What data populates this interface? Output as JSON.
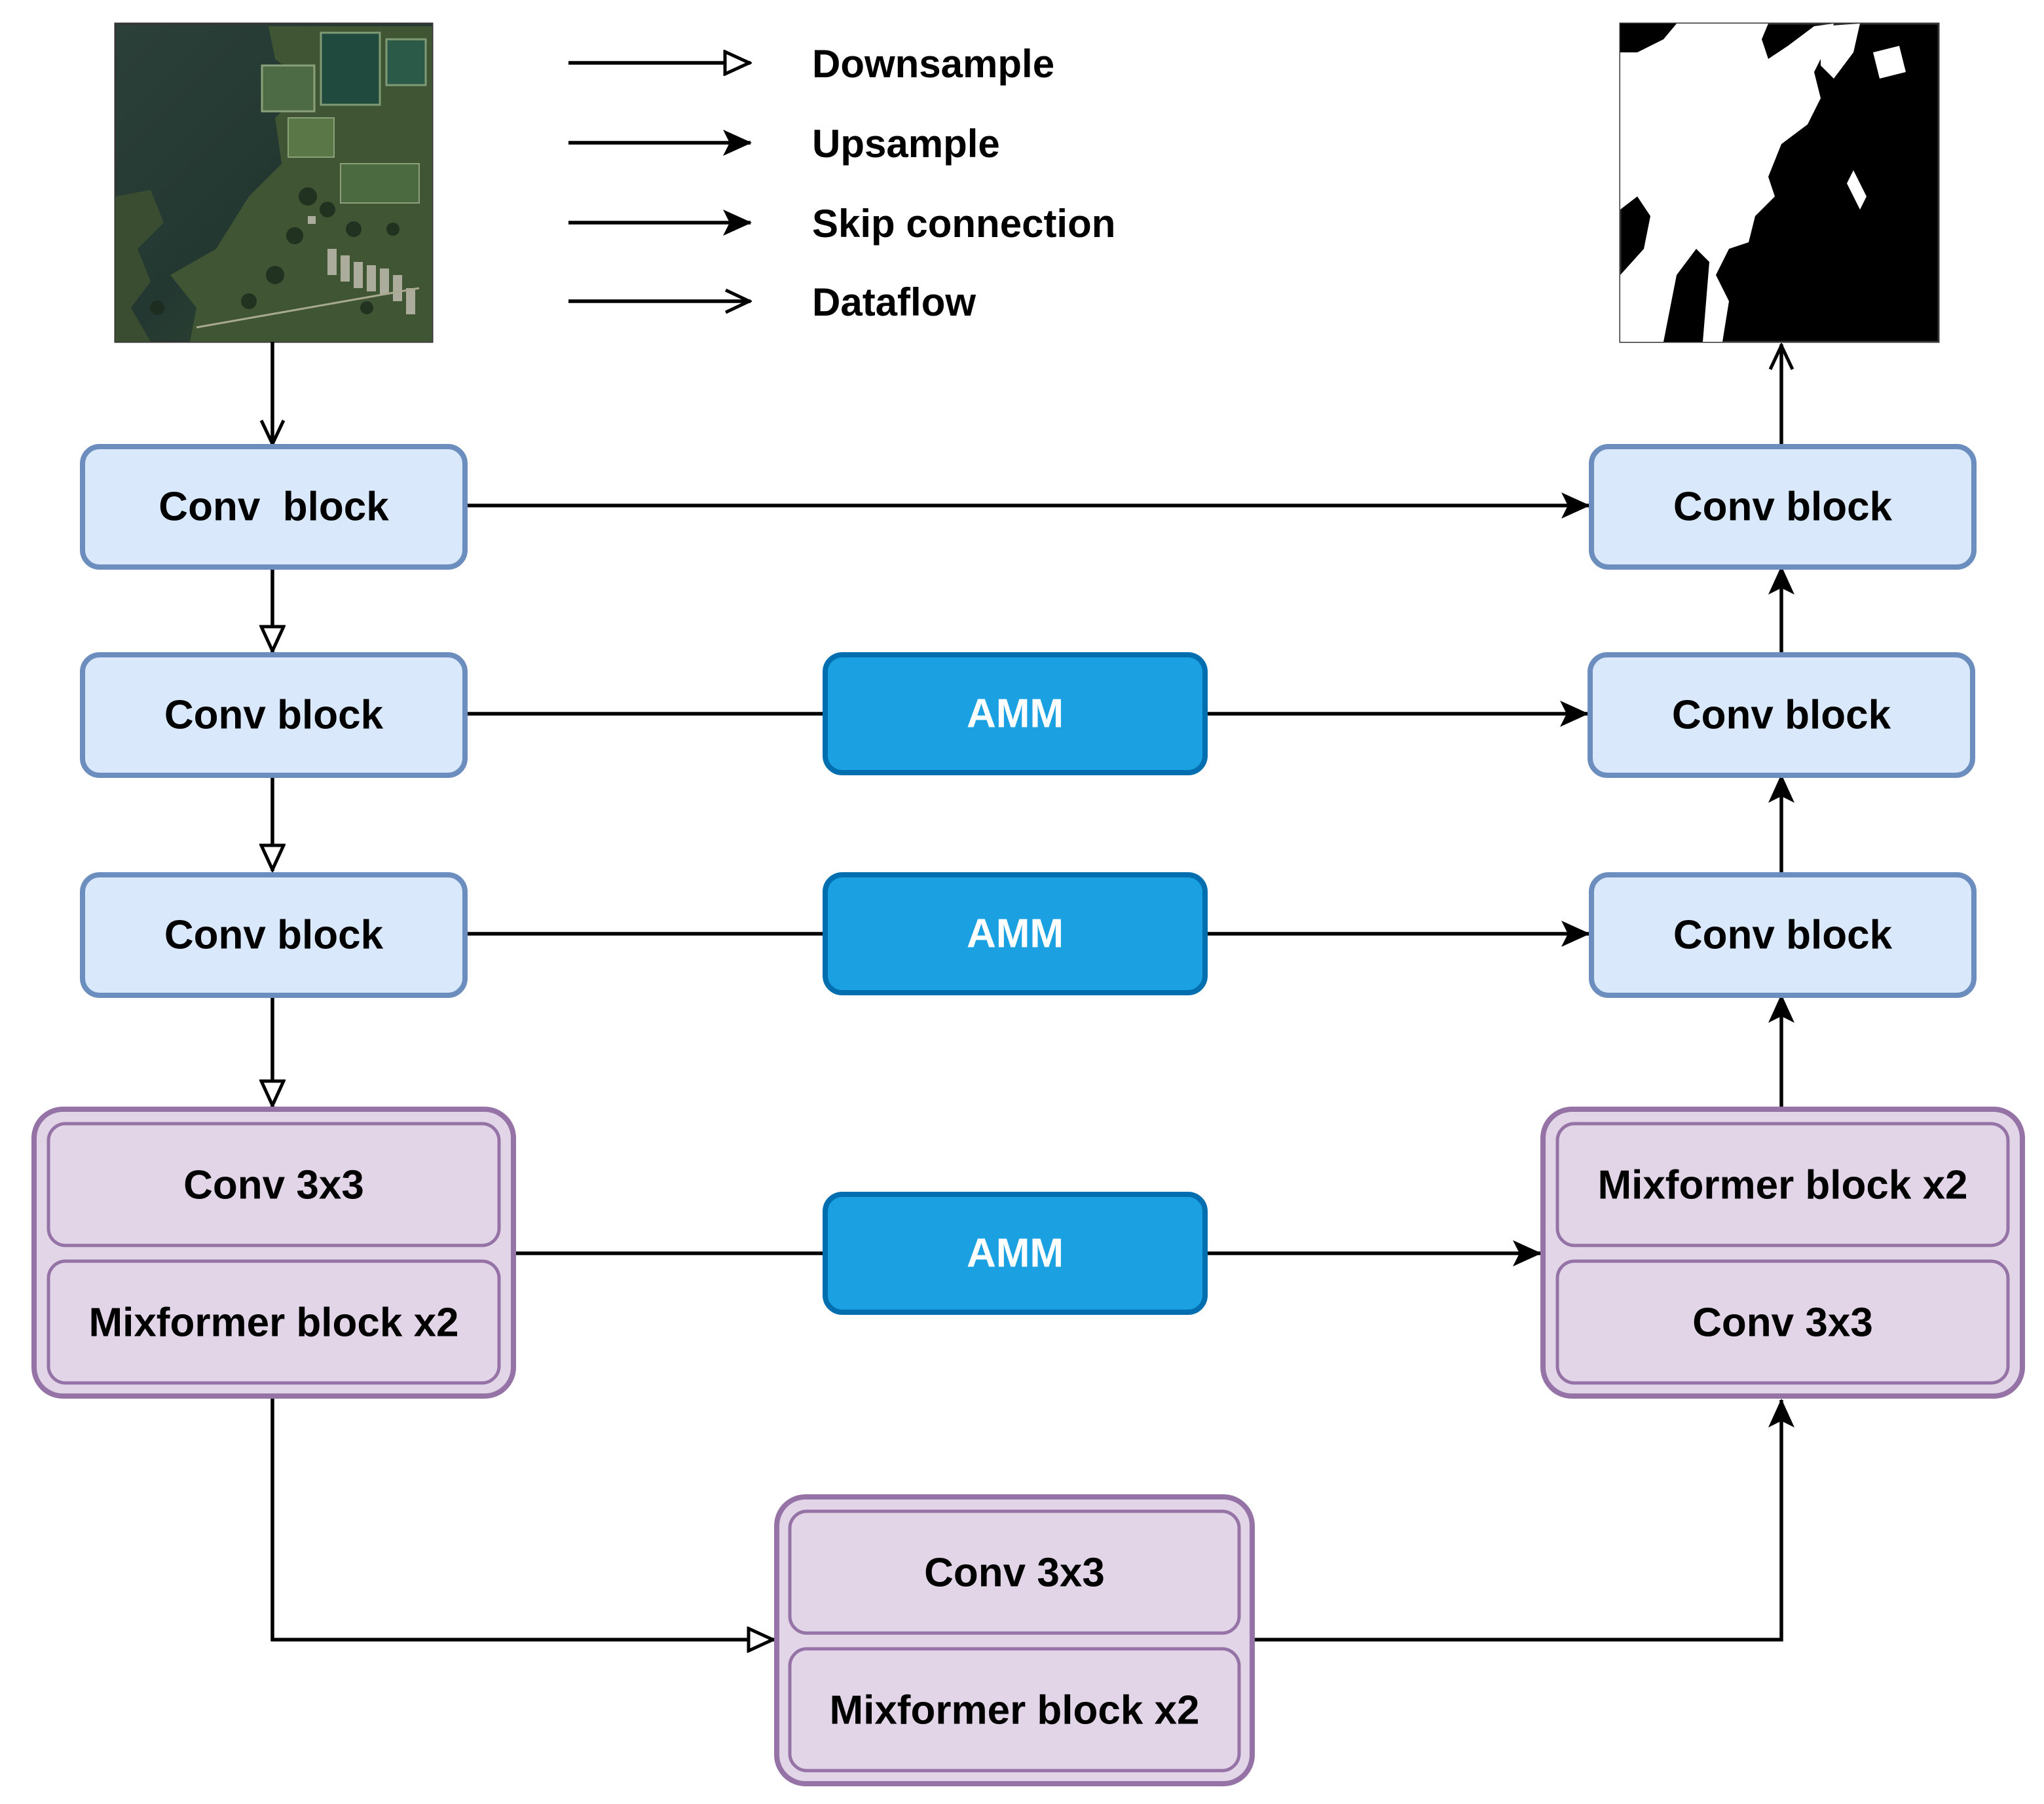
{
  "legend": {
    "downsample": "Downsample",
    "upsample": "Upsample",
    "skip": "Skip connection",
    "dataflow": "Dataflow"
  },
  "encoder": {
    "conv1": "Conv  block",
    "conv2": "Conv block",
    "conv3": "Conv block",
    "stage4_conv": "Conv 3x3",
    "stage4_mix": "Mixformer block x2"
  },
  "bottleneck": {
    "conv": "Conv 3x3",
    "mix": "Mixformer block x2"
  },
  "amm": {
    "amm1": "AMM",
    "amm2": "AMM",
    "amm3": "AMM"
  },
  "decoder": {
    "conv1": "Conv block",
    "conv2": "Conv block",
    "conv3": "Conv block",
    "stage4_mix": "Mixformer block x2",
    "stage4_conv": "Conv 3x3"
  },
  "colors": {
    "conv_fill": "#dae8fc",
    "conv_stroke": "#6c8ebf",
    "amm_fill": "#1ba1e2",
    "amm_stroke": "#006eaf",
    "mix_fill": "#e1d5e7",
    "mix_stroke": "#9673a6"
  }
}
